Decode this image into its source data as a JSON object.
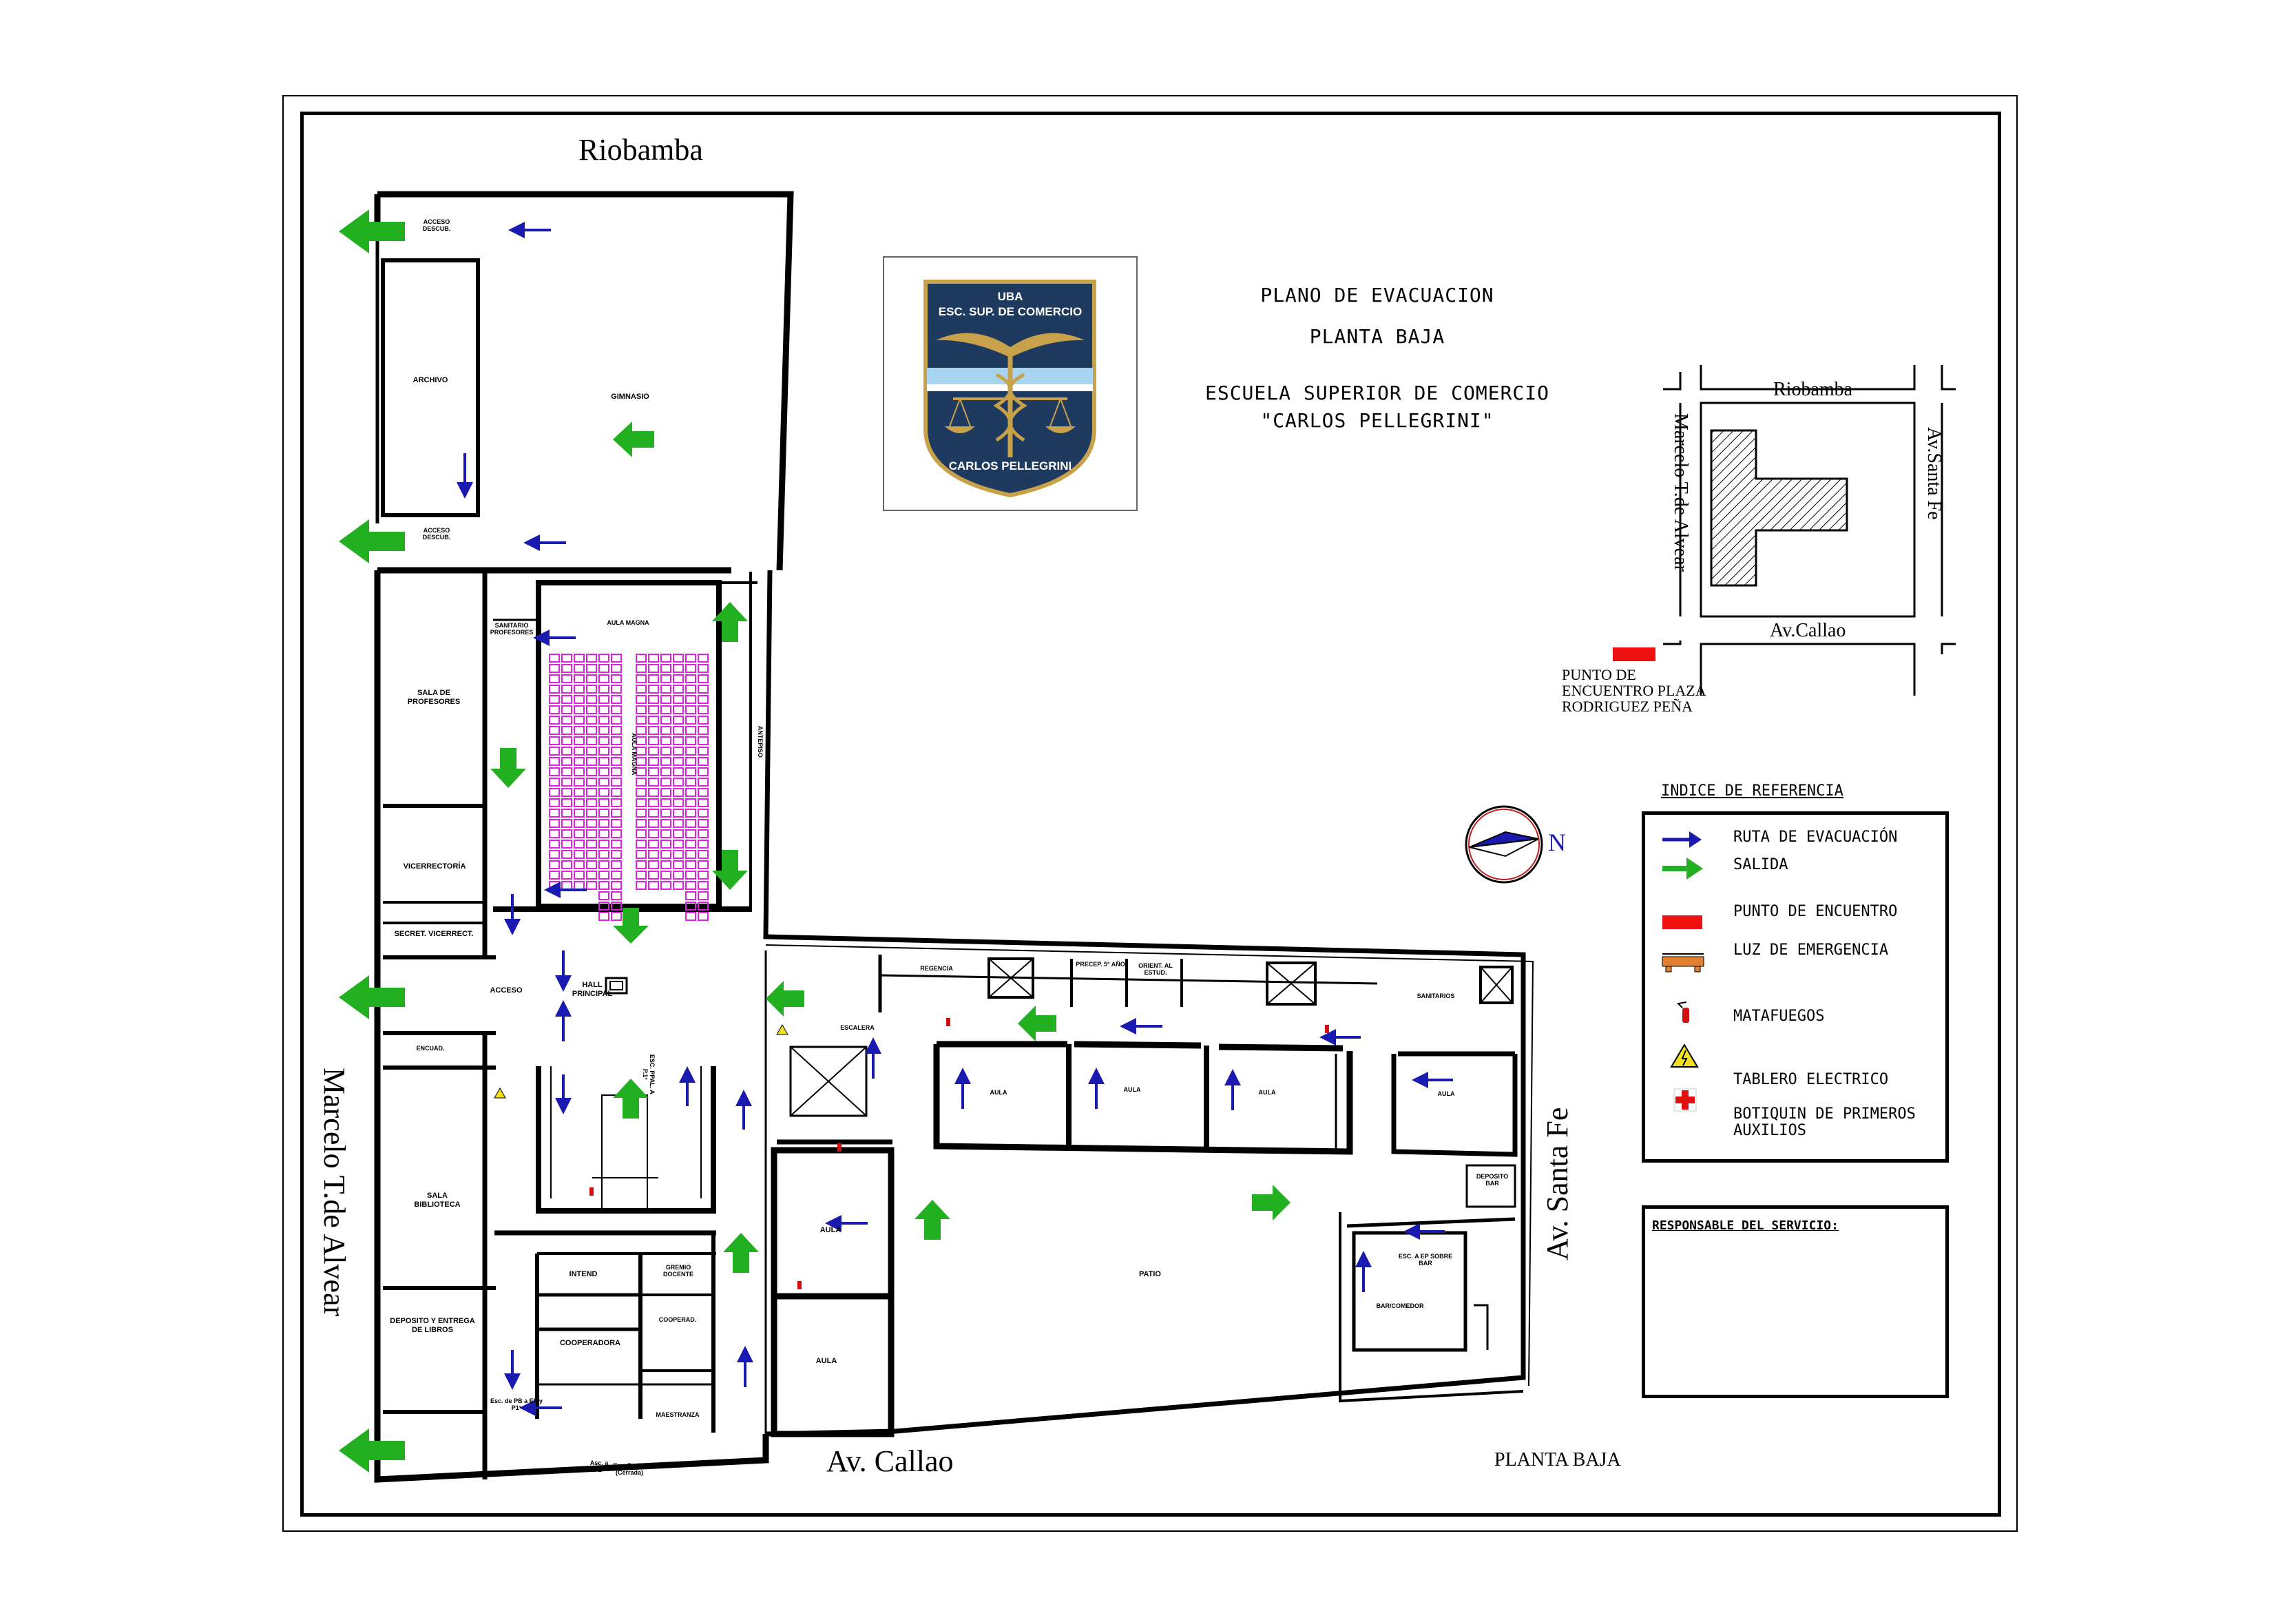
{
  "streets": {
    "north": "Riobamba",
    "west": "Marcelo T.de Alvear",
    "south": "Av. Callao",
    "east": "Av. Santa Fe"
  },
  "title": {
    "line1": "PLANO DE EVACUACION",
    "line2": "PLANTA BAJA",
    "line3": "ESCUELA SUPERIOR DE COMERCIO",
    "line4": "\"CARLOS PELLEGRINI\""
  },
  "floor_label": "PLANTA BAJA",
  "logo": {
    "top_line1": "UBA",
    "top_line2": "ESC. SUP. DE COMERCIO",
    "bottom_line": "CARLOS PELLEGRINI",
    "colors": {
      "navy": "#1f3a5f",
      "gold": "#c8a24a",
      "light_blue": "#a8d4f0"
    }
  },
  "locator_map": {
    "north": "Riobamba",
    "west": "Marcelo T.de Alvear",
    "east": "Av.Santa Fe",
    "south": "Av.Callao",
    "meeting_point": [
      "PUNTO DE",
      "ENCUENTRO PLAZA",
      "RODRIGUEZ PEÑA"
    ]
  },
  "compass": {
    "label": "N"
  },
  "legend": {
    "heading": "INDICE DE REFERENCIA",
    "items": [
      {
        "icon": "blue-arrow-icon",
        "label": "RUTA DE EVACUACIÓN"
      },
      {
        "icon": "green-arrow-icon",
        "label": "SALIDA"
      },
      {
        "icon": "red-rectangle-icon",
        "label": "PUNTO DE ENCUENTRO"
      },
      {
        "icon": "emergency-light-icon",
        "label": "LUZ DE EMERGENCIA"
      },
      {
        "icon": "fire-extinguisher-icon",
        "label": "MATAFUEGOS"
      },
      {
        "icon": "electric-panel-icon",
        "label": "TABLERO ELECTRICO"
      },
      {
        "icon": "first-aid-icon",
        "label": "BOTIQUIN DE PRIMEROS",
        "label2": "AUXILIOS"
      }
    ]
  },
  "responsable": {
    "heading": "RESPONSABLE DEL SERVICIO:"
  },
  "rooms": {
    "acceso_descub_1": "ACCESO DESCUB.",
    "acceso_descub_2": "ACCESO DESCUB.",
    "archivo": "ARCHIVO",
    "gimnasio": "GIMNASIO",
    "sala_profesores": "SALA DE PROFESORES",
    "sanitario_profesores": "SANITARIO PROFESORES",
    "aula_magna_top": "AULA MAGNA",
    "aula_magna_center": "AULA MAGNA",
    "anteproscenio": "ANTEPISO",
    "vicerrectoria": "VICERRECTORÍA",
    "secret_vicerrect": "SECRET. VICERRECT.",
    "acceso": "ACCESO",
    "hall_principal": "HALL PRINCIPAL",
    "encuad": "ENCUAD.",
    "sala_biblioteca": "SALA BIBLIOTECA",
    "deposito_libros": "DEPOSITO Y ENTREGA DE LIBROS",
    "intend": "INTEND",
    "gremio_docente": "GREMIO DOCENTE",
    "cooperadora": "COOPERADORA",
    "cooperad": "COOPERAD.",
    "maestranza": "MAESTRANZA",
    "esc_ppal": "ESC. PPAL. A P.1°",
    "escalera": "ESCALERA",
    "regencia": "REGENCIA",
    "precep": "PRECEP. 5° AÑO",
    "orient": "ORIENT. AL ESTUD.",
    "sanitarios": "SANITARIOS",
    "aula": "AULA",
    "deposito_bar": "DEPOSITO BAR",
    "esc_sobre_bar": "ESC. A EP SOBRE BAR",
    "bar_comedor": "BAR/COMEDOR",
    "patio": "PATIO",
    "esc_pb": "Esc. de PB a EP y P1°",
    "esc_ss": "Esc. De SS (Cerrada)",
    "asc": "Asc. a P2°"
  },
  "colors": {
    "evacuation_route": "#1a1ab0",
    "exit": "#22b020",
    "meeting_point": "#ee1111",
    "seats": "#e020e0",
    "walls": "#000000"
  }
}
